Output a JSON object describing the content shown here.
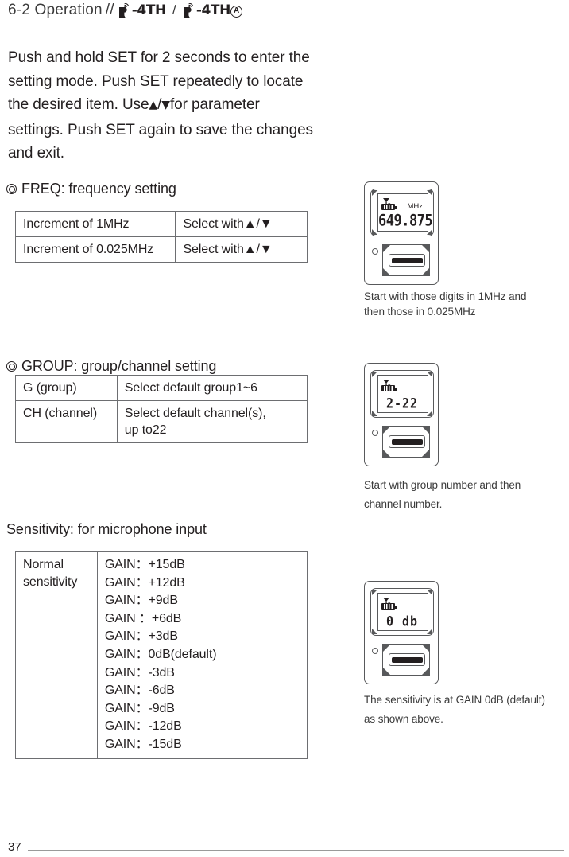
{
  "header": {
    "section_number": "6-2",
    "section_title": "Operation",
    "separator": "//",
    "models": [
      {
        "brand_mark": "R",
        "name": "-4TH",
        "variant": ""
      },
      {
        "brand_mark": "R",
        "name": "-4TH",
        "variant": "A"
      }
    ],
    "model_divider": "/"
  },
  "intro": {
    "line1": "Push and hold SET for 2 seconds to enter the",
    "line2": "setting mode. Push SET repeatedly to locate",
    "line3_a": "the desired item. Use",
    "line3_up": "▲",
    "line3_slash": "/",
    "line3_down": "▼",
    "line3_b": "for parameter",
    "line4": "settings. Push SET again to save the changes",
    "line5": "and exit."
  },
  "sections": {
    "freq": {
      "heading": "FREQ: frequency setting",
      "table": [
        {
          "label": "Increment of 1MHz",
          "value": "Select with▲/▼"
        },
        {
          "label": "Increment of 0.025MHz",
          "value": "Select with▲/▼"
        }
      ],
      "display": {
        "value": "649.875",
        "unit": "MHz",
        "antenna_icon": "antenna-icon",
        "battery_icon": "battery-icon"
      },
      "caption_line1": "Start with those digits in 1MHz and",
      "caption_line2": "then those in 0.025MHz"
    },
    "group": {
      "heading": "GROUP: group/channel setting",
      "table": [
        {
          "label": "G (group)",
          "value": "Select default group1~6"
        },
        {
          "label": "CH (channel)",
          "value": "Select default channel(s),\nup to22"
        }
      ],
      "display": {
        "value": "2-22",
        "unit": "",
        "antenna_icon": "antenna-icon",
        "battery_icon": "battery-icon"
      },
      "caption_line1": "Start with group number and then",
      "caption_line2": "channel number."
    },
    "sensitivity": {
      "heading": "Sensitivity: for microphone input",
      "row_label_line1": "Normal",
      "row_label_line2": "sensitivity",
      "gain_options": [
        "GAIN：+15dB",
        "GAIN：+12dB",
        "GAIN：+9dB",
        "GAIN ：+6dB",
        "GAIN：+3dB",
        "GAIN：0dB(default)",
        "GAIN：-3dB",
        "GAIN：-6dB",
        "GAIN：-9dB",
        "GAIN：-12dB",
        "GAIN：-15dB"
      ],
      "display": {
        "value": "0  db",
        "unit": "",
        "antenna_icon": "antenna-icon",
        "battery_icon": "battery-icon"
      },
      "caption_line1": "The sensitivity is at GAIN 0dB (default)",
      "caption_line2": "as shown above."
    }
  },
  "footer": {
    "page_number": "37"
  },
  "colors": {
    "text": "#231f20",
    "muted_text": "#3b3b3b",
    "table_border": "#6d6e71",
    "device_outline": "#58595b",
    "rule": "#9a9a9a"
  }
}
